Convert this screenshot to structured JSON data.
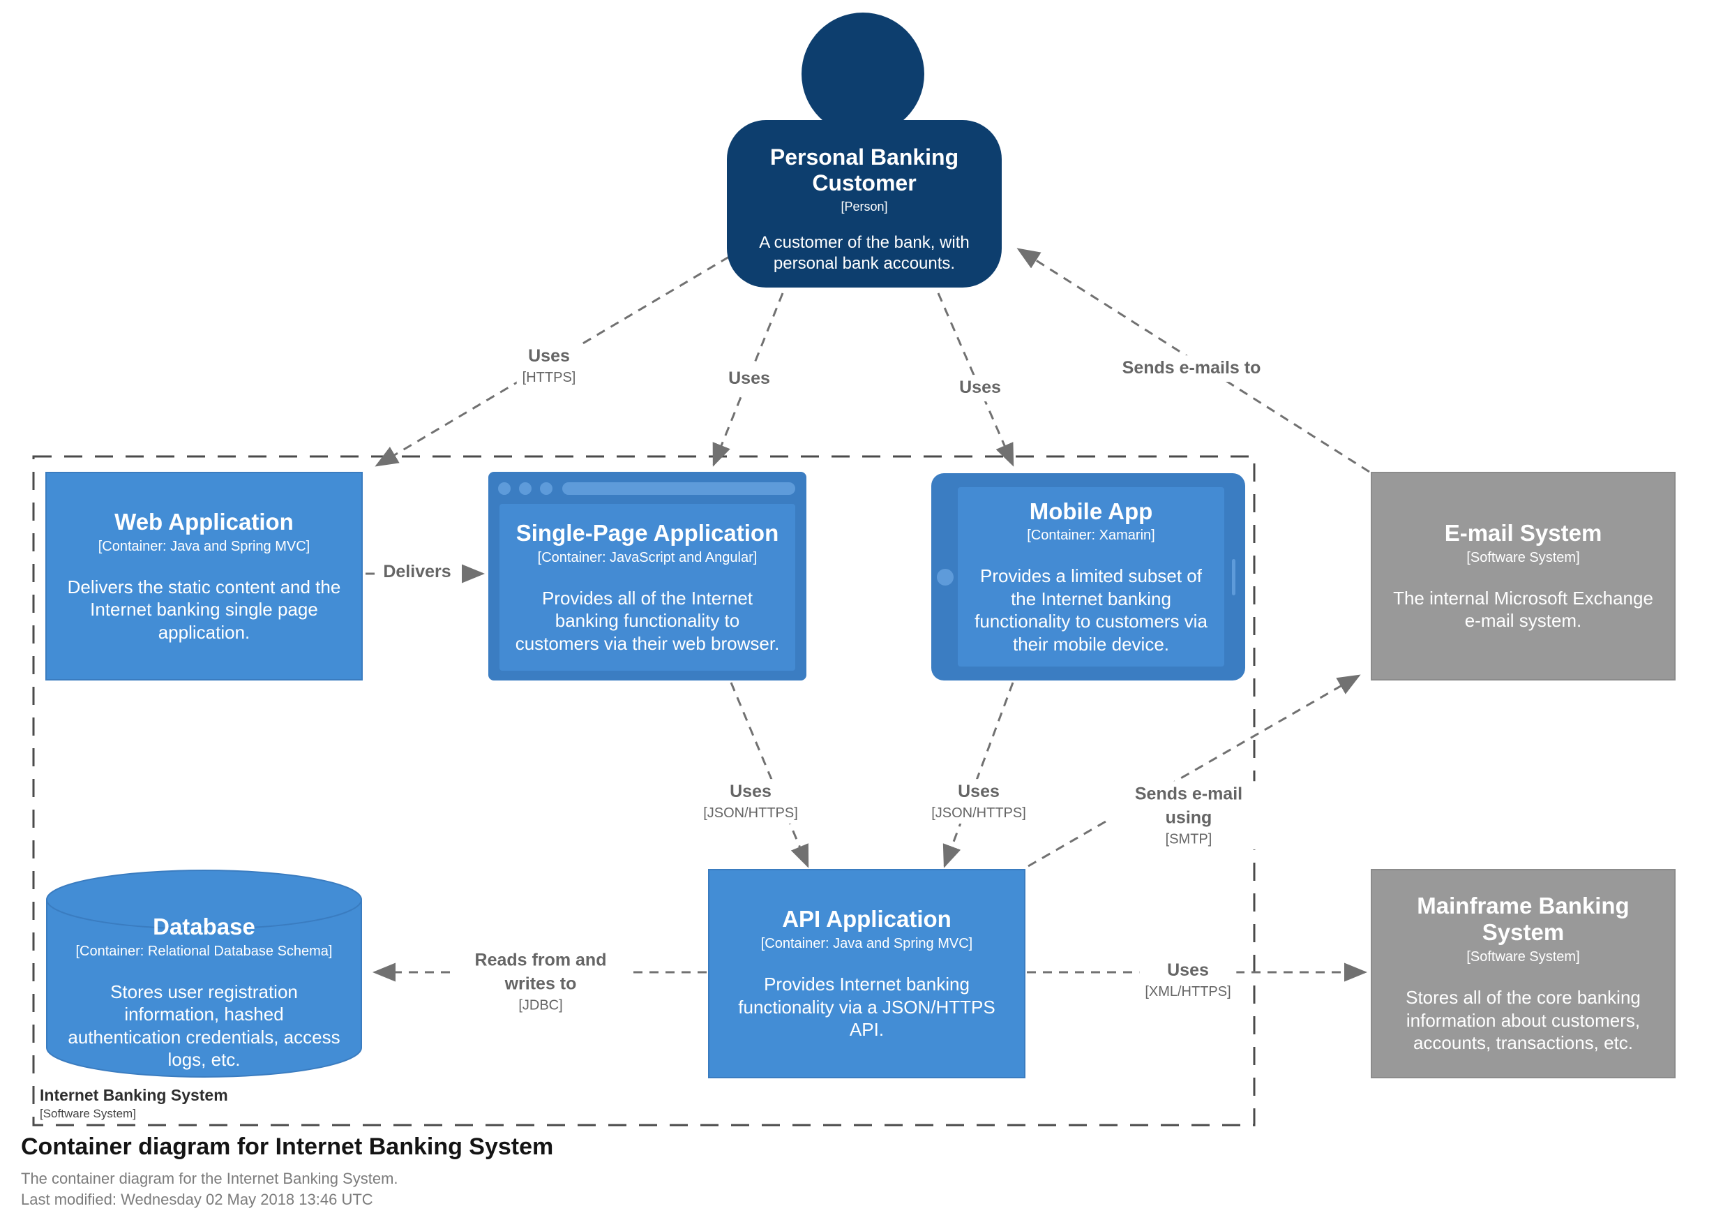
{
  "colors": {
    "person_fill": "#0d3e6e",
    "container_fill": "#438dd5",
    "container_frame": "#3b7dc2",
    "container_accent": "#5e9bda",
    "external_system_fill": "#999999",
    "relationship_gray": "#707070",
    "boundary_dash": "#4a4a4a"
  },
  "nodes": {
    "person": {
      "name": "Personal Banking Customer",
      "type": "[Person]",
      "description": "A customer of the bank, with personal bank accounts."
    },
    "web_app": {
      "name": "Web Application",
      "type": "[Container: Java and Spring MVC]",
      "description": "Delivers the static content and the Internet banking single page application."
    },
    "spa": {
      "name": "Single-Page Application",
      "type": "[Container: JavaScript and Angular]",
      "description": "Provides all of the Internet banking functionality to customers via their web browser."
    },
    "mobile_app": {
      "name": "Mobile App",
      "type": "[Container: Xamarin]",
      "description": "Provides a limited subset of the Internet banking functionality to customers via their mobile device."
    },
    "email_system": {
      "name": "E-mail System",
      "type": "[Software System]",
      "description": "The internal Microsoft Exchange e-mail system."
    },
    "database": {
      "name": "Database",
      "type": "[Container: Relational Database Schema]",
      "description": "Stores user registration information, hashed authentication credentials, access logs, etc."
    },
    "api_app": {
      "name": "API Application",
      "type": "[Container: Java and Spring MVC]",
      "description": "Provides Internet banking functionality via a JSON/HTTPS API."
    },
    "mainframe": {
      "name": "Mainframe Banking System",
      "type": "[Software System]",
      "description": "Stores all of the core banking information about customers, accounts, transactions, etc."
    }
  },
  "relationships": {
    "person_web": {
      "label": "Uses",
      "tech": "[HTTPS]"
    },
    "person_spa": {
      "label": "Uses"
    },
    "person_mobile": {
      "label": "Uses"
    },
    "email_person": {
      "label": "Sends e-mails to"
    },
    "web_spa": {
      "label": "Delivers"
    },
    "spa_api": {
      "label": "Uses",
      "tech": "[JSON/HTTPS]"
    },
    "mobile_api": {
      "label": "Uses",
      "tech": "[JSON/HTTPS]"
    },
    "api_email": {
      "label": "Sends e-mail using",
      "tech": "[SMTP]"
    },
    "api_db": {
      "label": "Reads from and writes to",
      "tech": "[JDBC]"
    },
    "api_mainframe": {
      "label": "Uses",
      "tech": "[XML/HTTPS]"
    }
  },
  "boundary": {
    "name": "Internet Banking System",
    "type": "[Software System]"
  },
  "footer": {
    "title": "Container diagram for Internet Banking System",
    "description": "The container diagram for the Internet Banking System.",
    "last_modified": "Last modified: Wednesday 02 May 2018 13:46 UTC"
  }
}
